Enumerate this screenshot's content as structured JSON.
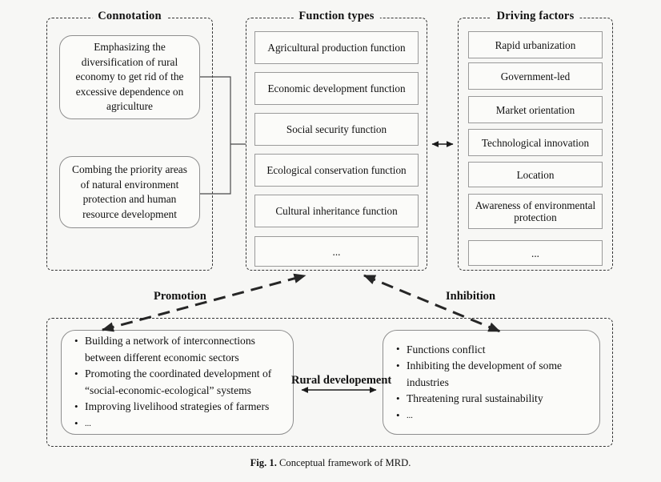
{
  "figure": {
    "caption_label": "Fig. 1.",
    "caption_text": "Conceptual framework of MRD."
  },
  "groups": {
    "connotation": {
      "title": "Connotation",
      "boxes": [
        "Emphasizing the diversification of rural economy to get rid of the excessive dependence on agriculture",
        "Combing the priority areas of natural environment protection and human resource development"
      ]
    },
    "function_types": {
      "title": "Function types",
      "items": [
        "Agricultural production function",
        "Economic development function",
        "Social security function",
        "Ecological conservation function",
        "Cultural inheritance function",
        "..."
      ]
    },
    "driving_factors": {
      "title": "Driving factors",
      "items": [
        "Rapid urbanization",
        "Government-led",
        "Market orientation",
        "Technological innovation",
        "Location",
        "Awareness of environmental protection",
        "..."
      ]
    },
    "outcomes": {
      "promotion": {
        "label": "Promotion",
        "bullets": [
          "Building a network of interconnections between different economic sectors",
          "Promoting the coordinated development of “social-economic-ecological” systems",
          "Improving livelihood strategies of farmers",
          "..."
        ]
      },
      "inhibition": {
        "label": "Inhibition",
        "bullets": [
          "Functions conflict",
          "Inhibiting the development of some industries",
          "Threatening rural sustainability",
          "..."
        ]
      },
      "center_label": "Rural developement"
    }
  },
  "colors": {
    "background": "#f7f7f5",
    "box_border": "#9a9a9a",
    "dashed_border": "#333333",
    "text": "#111111",
    "arrow": "#1a1a1a"
  }
}
